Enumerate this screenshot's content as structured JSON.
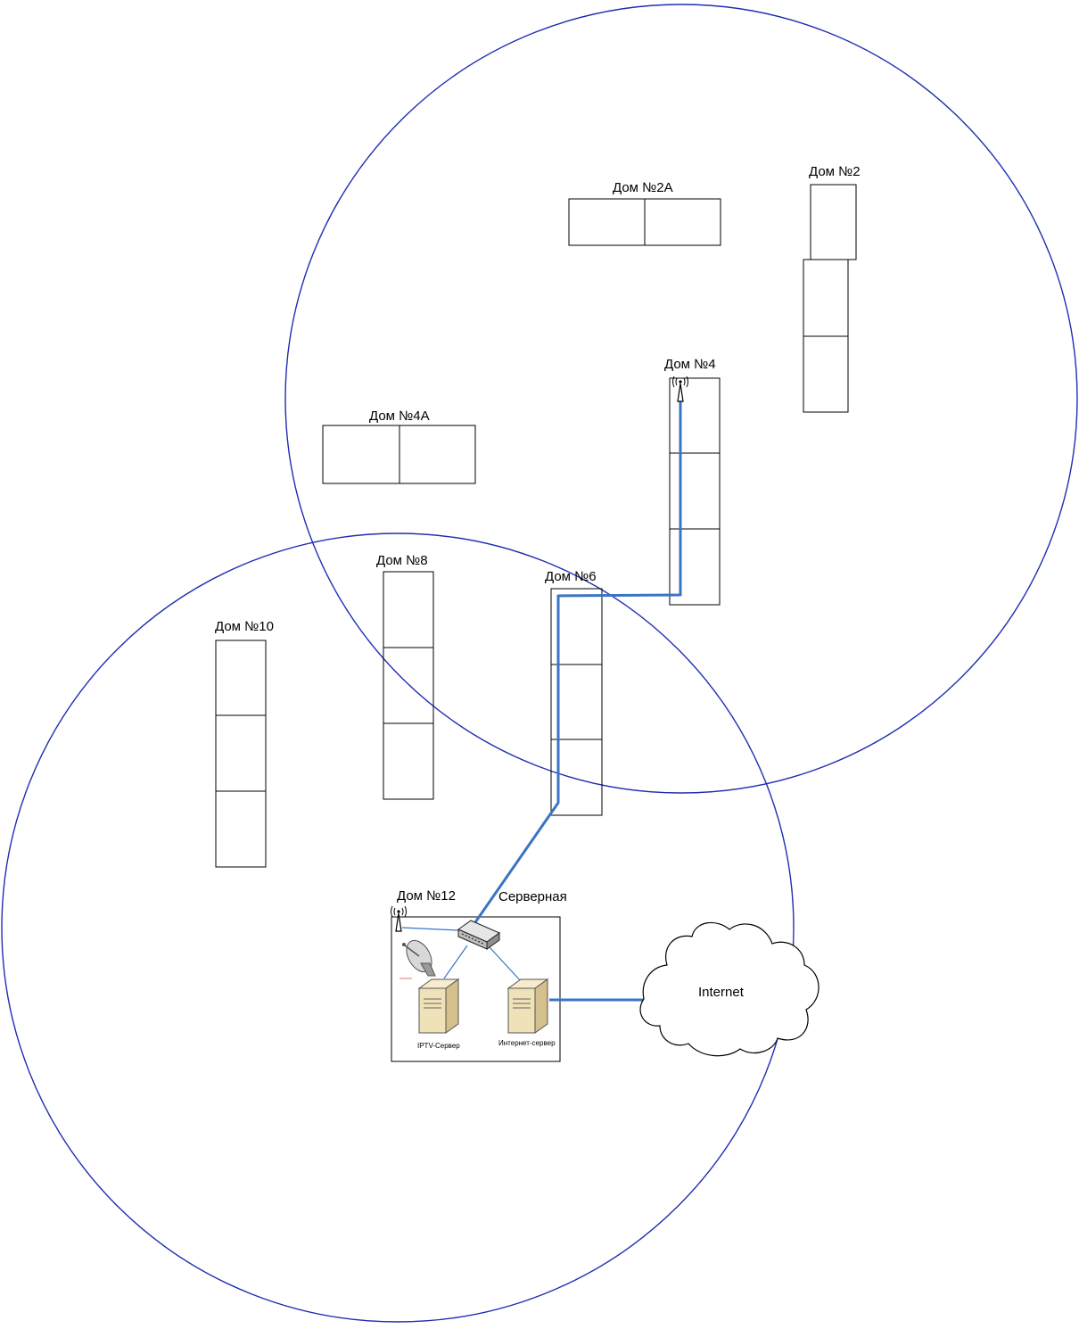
{
  "buildings": {
    "dom2": "Дом №2",
    "dom2a": "Дом №2А",
    "dom4": "Дом №4",
    "dom4a": "Дом №4А",
    "dom6": "Дом №6",
    "dom8": "Дом №8",
    "dom10": "Дом №10",
    "dom12": "Дом №12"
  },
  "server_room": {
    "title": "Серверная",
    "iptv_label": "IPTV-Сервер",
    "internet_server_label": "Интернет-сервер"
  },
  "cloud": {
    "label": "Internet"
  },
  "colors": {
    "coverage_circle": "#1f2fb0",
    "backbone_link": "#3a74c4",
    "outline": "#000000"
  },
  "icons": [
    "antenna-icon",
    "satellite-dish-icon",
    "network-switch-icon",
    "server-icon",
    "cloud-icon"
  ]
}
